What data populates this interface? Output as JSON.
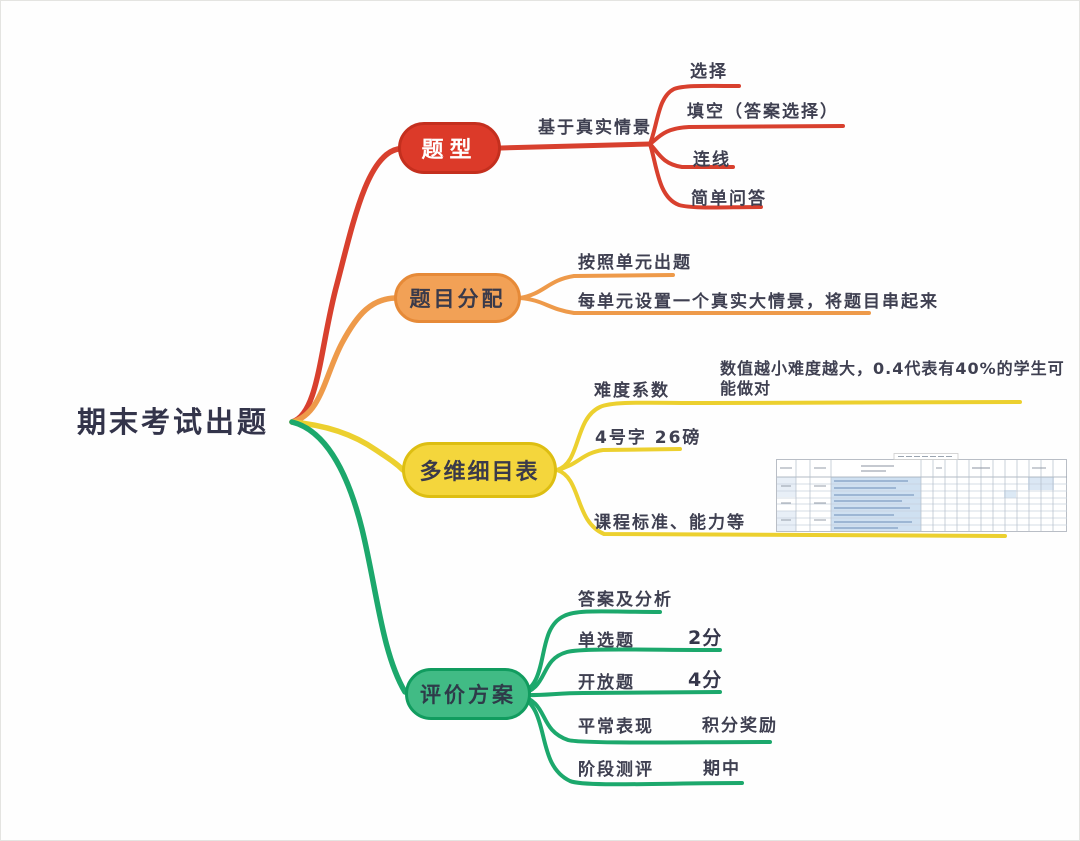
{
  "root": {
    "label": "期末考试出题"
  },
  "palette": {
    "branch_red": "#dc3a29",
    "branch_orange": "#ee9a4a",
    "branch_yellow": "#ecd02f",
    "branch_green": "#1ca86c",
    "topic_text": "#3f4051",
    "root_text": "#33344a",
    "red_pill_text": "#ffffff"
  },
  "branches": [
    {
      "id": "question-types",
      "label": "题型",
      "color": "#dc3a29",
      "connector_label": "基于真实情景",
      "children": [
        {
          "label": "选择"
        },
        {
          "label": "填空（答案选择）"
        },
        {
          "label": "连线"
        },
        {
          "label": "简单问答"
        }
      ]
    },
    {
      "id": "question-distribution",
      "label": "题目分配",
      "color": "#ee9a4a",
      "children": [
        {
          "label": "按照单元出题"
        },
        {
          "label": "每单元设置一个真实大情景，将题目串起来"
        }
      ]
    },
    {
      "id": "multi-dimension-spec-table",
      "label": "多维细目表",
      "color": "#ecd02f",
      "children": [
        {
          "label": "难度系数",
          "note": "数值越小难度越大，0.4代表有40%的学生可能做对"
        },
        {
          "label": "4号字 26磅"
        },
        {
          "label": "课程标准、能力等",
          "attachment": "embedded-spreadsheet-image"
        }
      ]
    },
    {
      "id": "evaluation-plan",
      "label": "评价方案",
      "color": "#1ca86c",
      "children": [
        {
          "label": "答案及分析",
          "value": ""
        },
        {
          "label": "单选题",
          "value": "2分"
        },
        {
          "label": "开放题",
          "value": "4分"
        },
        {
          "label": "平常表现",
          "value": "积分奖励"
        },
        {
          "label": "阶段测评",
          "value": "期中"
        }
      ]
    }
  ]
}
